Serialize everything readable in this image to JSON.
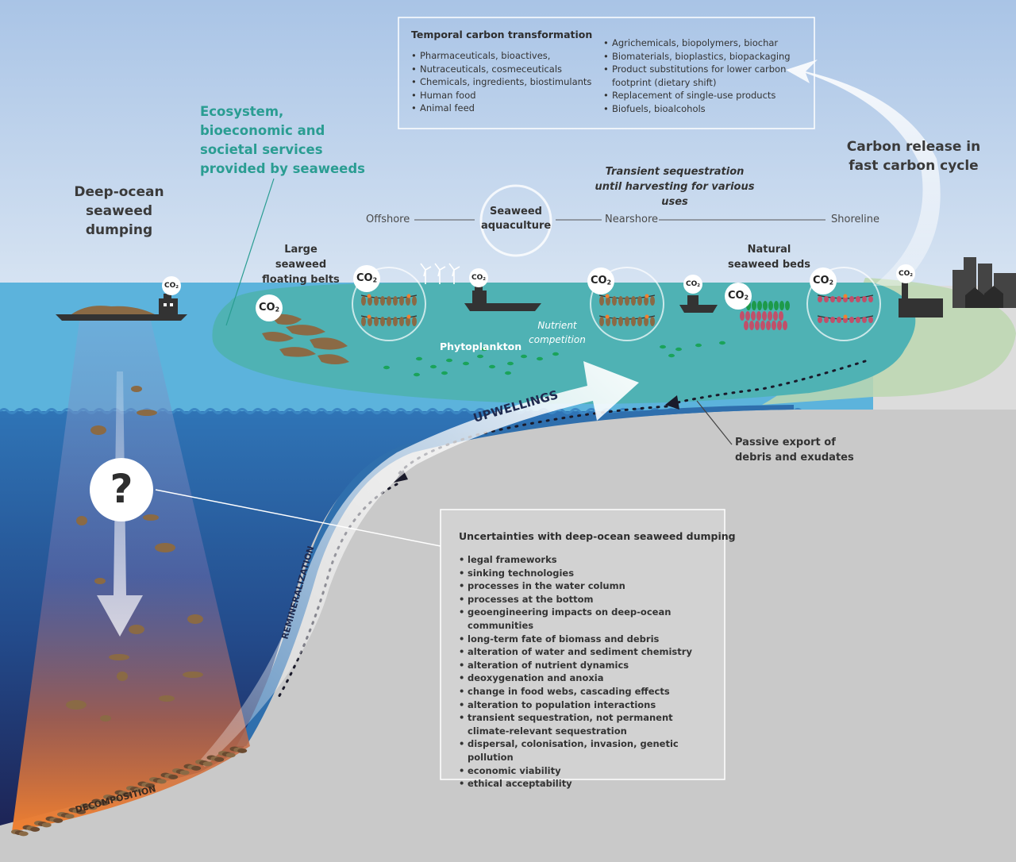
{
  "services_title": "Ecosystem, bioeconomic and societal services provided by seaweeds",
  "temporal_box": {
    "title": "Temporal carbon transformation",
    "left_items": [
      "Pharmaceuticals, bioactives,",
      "Nutraceuticals, cosmeceuticals",
      "Chemicals, ingredients, biostimulants",
      "Human food",
      "Animal feed"
    ],
    "right_items": [
      "Agrichemicals, biopolymers, biochar",
      "Biomaterials, bioplastics, biopackaging",
      "Product substitutions for lower carbon footprint (dietary shift)",
      "Replacement of single-use products",
      "Biofuels, bioalcohols"
    ]
  },
  "carbon_release": "Carbon release in fast carbon cycle",
  "deep_ocean_dumping": "Deep-ocean seaweed dumping",
  "transient_sequestration": "Transient sequestration until harvesting for various uses",
  "zones": {
    "offshore": "Offshore",
    "aquaculture": "Seaweed aquaculture",
    "nearshore": "Nearshore",
    "shoreline": "Shoreline"
  },
  "floating_belts": "Large seaweed floating belts",
  "natural_beds": "Natural seaweed beds",
  "phytoplankton": "Phytoplankton",
  "nutrient_competition": "Nutrient competition",
  "upwellings": "UPWELLINGS",
  "remineralization": "REMINERALIZATION",
  "decomposition": "DECOMPOSITION",
  "passive_export": "Passive export of debris and exudates",
  "question_mark": "?",
  "co2_label": "CO",
  "co2_sub": "2",
  "uncertainty_box": {
    "title": "Uncertainties with deep-ocean seaweed dumping",
    "items": [
      "legal frameworks",
      "sinking technologies",
      "processes in the water column",
      "processes at the bottom",
      "geoengineering impacts on deep-ocean communities",
      "long-term fate of biomass and debris",
      "alteration of water and sediment chemistry",
      "alteration of nutrient dynamics",
      "deoxygenation and anoxia",
      "change in food webs, cascading effects",
      "alteration to population interactions",
      "transient sequestration, not permanent climate-relevant sequestration",
      "dispersal, colonisation, invasion, genetic pollution",
      "economic viability",
      "ethical acceptability"
    ]
  },
  "colors": {
    "sky_top": "#a9c4e6",
    "sky_bottom": "#d5e2f2",
    "surface_water": "#5cb3dc",
    "deep_ocean": "#1f2a5e",
    "lagoon": "#4fb2b4",
    "shore_green": "#bcd7b0",
    "seabed": "#c9c9c9",
    "teal_text": "#2a9d92",
    "vessel": "#333333",
    "decomposition_glow": "#f08030"
  }
}
